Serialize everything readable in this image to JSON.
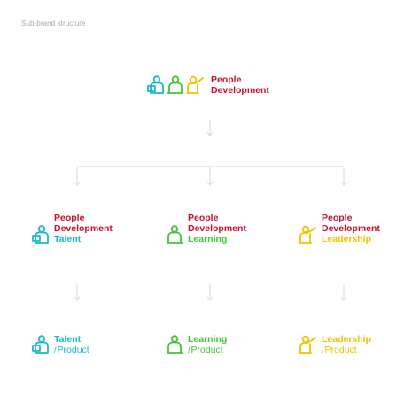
{
  "caption": "Sub-brand structure",
  "colors": {
    "brand_red": "#c8102e",
    "talent_cyan": "#19b7d1",
    "learning_green": "#43c33a",
    "leadership_yellow": "#f2c100",
    "connector_gray": "#d8d8d8"
  },
  "master": {
    "line1": "People",
    "line2": "Development",
    "icons": [
      "talent-person-icon",
      "learning-person-icon",
      "leadership-person-icon"
    ]
  },
  "subbrands": [
    {
      "line1": "People",
      "line2": "Development",
      "line3": "Talent",
      "icon": "talent-person-icon"
    },
    {
      "line1": "People",
      "line2": "Development",
      "line3": "Learning",
      "icon": "learning-person-icon"
    },
    {
      "line1": "People",
      "line2": "Development",
      "line3": "Leadership",
      "icon": "leadership-person-icon"
    }
  ],
  "products": [
    {
      "name": "Talent",
      "slash": "/",
      "suffix": "Product",
      "icon": "talent-person-icon"
    },
    {
      "name": "Learning",
      "slash": "/",
      "suffix": "Product",
      "icon": "learning-person-icon"
    },
    {
      "name": "Leadership",
      "slash": "/",
      "suffix": "Product",
      "icon": "leadership-person-icon"
    }
  ]
}
